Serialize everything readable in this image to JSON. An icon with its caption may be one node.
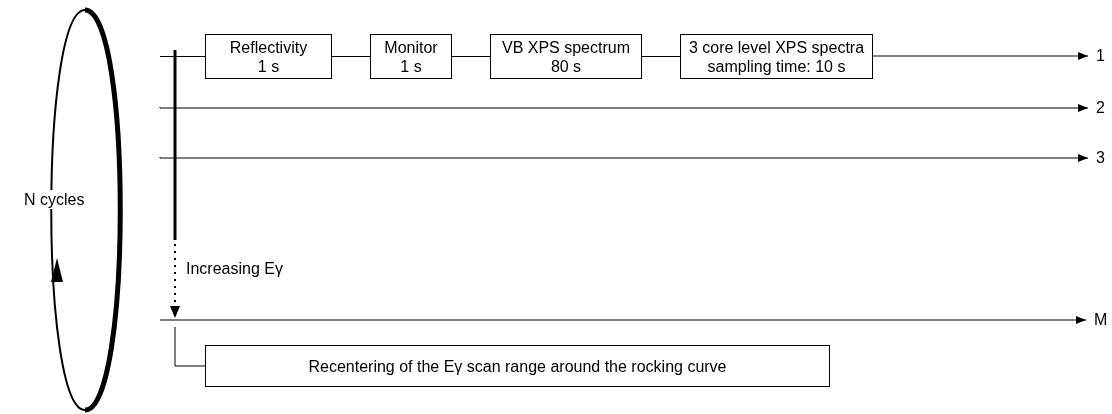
{
  "diagram": {
    "nodes": [
      {
        "text": [
          "Reflectivity 1 s"
        ]
      },
      {
        "text": [
          "Monitor 1 s"
        ]
      },
      {
        "text": [
          "VB XPS spectrum 80 s"
        ]
      },
      {
        "text": [
          "3 core level XPS spectra sampling time: 10 s"
        ]
      },
      {
        "text": [
          "1"
        ]
      },
      {
        "text": [
          "2"
        ]
      },
      {
        "text": [
          "3"
        ]
      },
      {
        "text": [
          "M"
        ]
      },
      {
        "text": [
          "Recentering of the Eγ scan range around the rocking curve"
        ]
      }
    ],
    "edges": [
      {
        "from": null,
        "to": 0,
        "arrow": "none"
      },
      {
        "from": 0,
        "to": 1,
        "arrow": "none"
      },
      {
        "from": 1,
        "to": 2,
        "arrow": "none"
      },
      {
        "from": 2,
        "to": 3,
        "arrow": "none"
      },
      {
        "from": 3,
        "to": 4,
        "arrow": "to"
      },
      {
        "from": null,
        "to": 5,
        "arrow": "to"
      },
      {
        "from": null,
        "to": 6,
        "arrow": "to"
      },
      {
        "from": null,
        "to": 7,
        "arrow": "to"
      },
      {
        "from": null,
        "to": 8,
        "arrow": "none"
      }
    ],
    "labels": [
      "N cycles",
      "Increasing Eγ"
    ]
  }
}
